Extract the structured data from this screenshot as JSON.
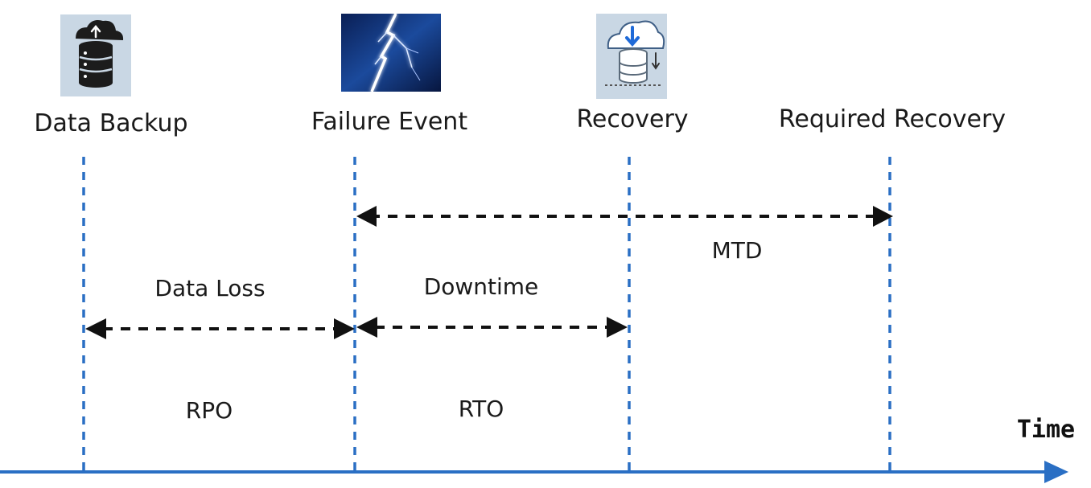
{
  "milestones": [
    {
      "label": "Data Backup",
      "icon": "cloud-database-upload-icon"
    },
    {
      "label": "Failure Event",
      "icon": "lightning-icon"
    },
    {
      "label": "Recovery",
      "icon": "cloud-database-download-icon"
    },
    {
      "label": "Required Recovery",
      "icon": ""
    }
  ],
  "intervals": {
    "data_loss": "Data Loss",
    "rpo": "RPO",
    "downtime": "Downtime",
    "rto": "RTO",
    "mtd": "MTD"
  },
  "axis": {
    "label": "Time"
  },
  "colors": {
    "timeline": "#2a6fc4",
    "dashed_guides": "#2a6fc4",
    "arrows": "#111111",
    "icon_bg": "#c9d7e4",
    "sky": "#0d2a66"
  }
}
